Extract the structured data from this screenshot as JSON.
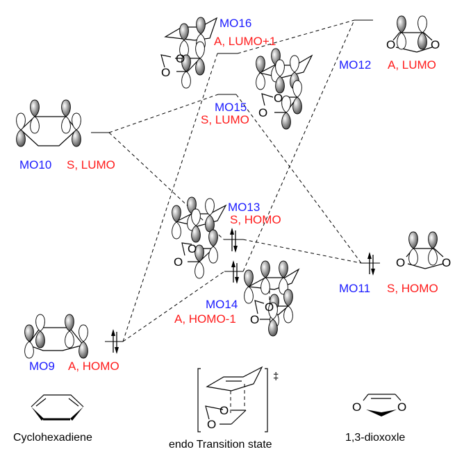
{
  "colors": {
    "mo_label": "#1a1aff",
    "symmetry_label": "#ff1a1a",
    "text": "#000000"
  },
  "orbitals": {
    "mo16": {
      "name": "MO16",
      "desc": "A, LUMO+1"
    },
    "mo12": {
      "name": "MO12",
      "desc": "A, LUMO"
    },
    "mo15": {
      "name": "MO15",
      "desc": "S, LUMO"
    },
    "mo10": {
      "name": "MO10",
      "desc": "S, LUMO"
    },
    "mo13": {
      "name": "MO13",
      "desc": "S, HOMO"
    },
    "mo11": {
      "name": "MO11",
      "desc": "S, HOMO"
    },
    "mo14": {
      "name": "MO14",
      "desc": "A, HOMO-1"
    },
    "mo9": {
      "name": "MO9",
      "desc": "A, HOMO"
    }
  },
  "structures": {
    "left": {
      "caption": "Cyclohexadiene"
    },
    "middle": {
      "caption": "endo Transition state",
      "mark": "‡"
    },
    "right": {
      "caption": "1,3-dioxoxle"
    }
  },
  "atom_label": "O"
}
